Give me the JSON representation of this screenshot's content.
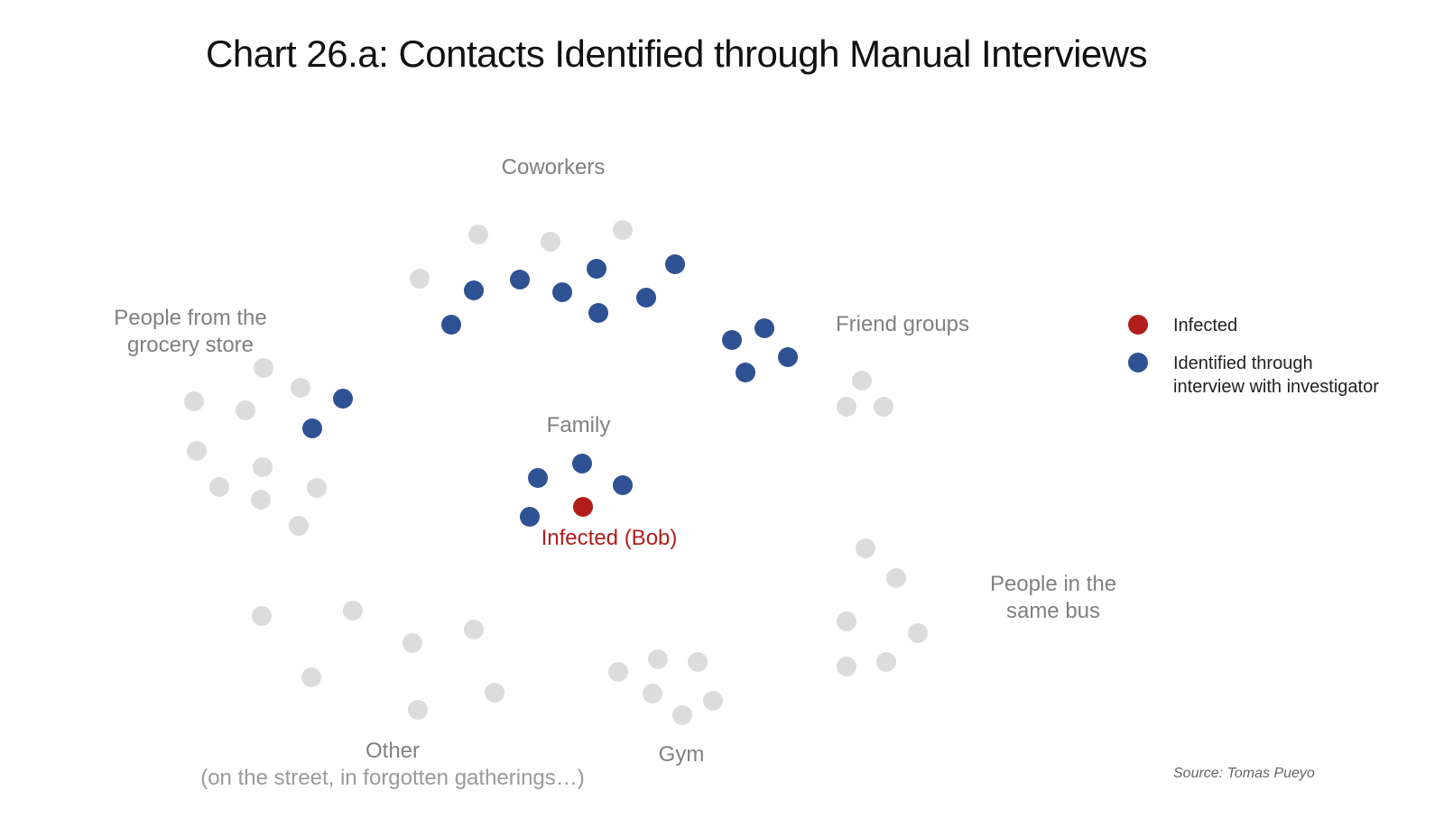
{
  "title": "Chart 26.a: Contacts Identified through Manual Interviews",
  "colors": {
    "infected": "#b01d1b",
    "identified": "#2f5294",
    "unknown": "#dcdcdc"
  },
  "groups": {
    "coworkers": "Coworkers",
    "friends": "Friend groups",
    "grocery": [
      "People from the",
      "grocery store"
    ],
    "family": "Family",
    "bus": [
      "People in the",
      "same bus"
    ],
    "other": "Other",
    "other_sub": "(on the street, in forgotten gatherings…)",
    "gym": "Gym",
    "infected": "Infected (Bob)"
  },
  "legend": {
    "infected": "Infected",
    "identified": [
      "Identified through",
      "interview with investigator"
    ]
  },
  "source": "Source: Tomas Pueyo"
}
